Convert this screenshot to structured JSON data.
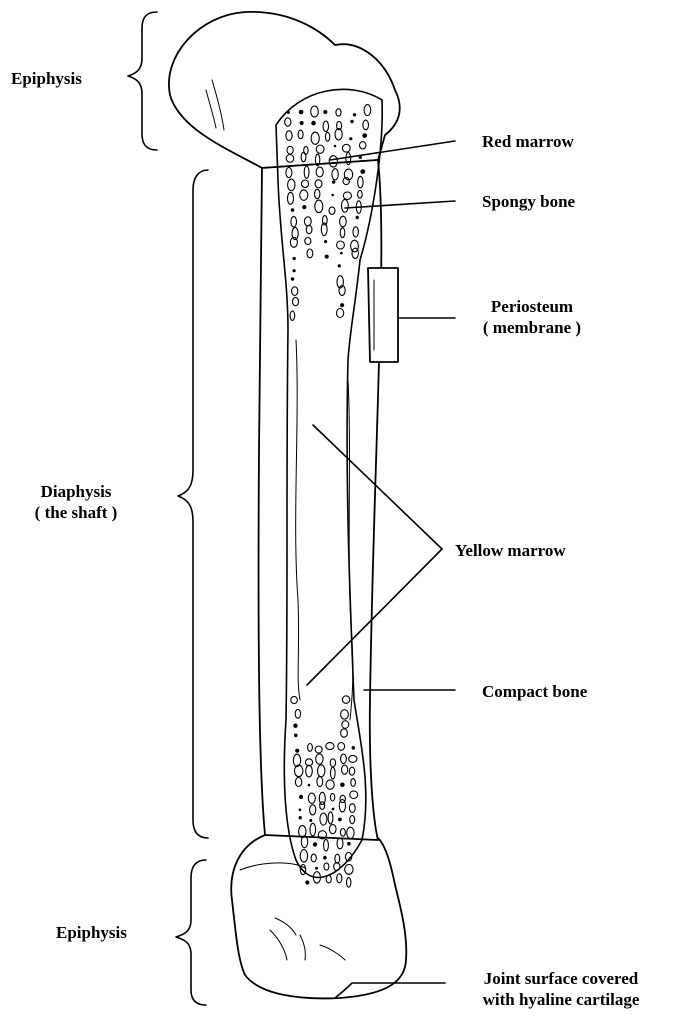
{
  "labels": {
    "epiphysis_top": "Epiphysis",
    "red_marrow": "Red marrow",
    "spongy_bone": "Spongy bone",
    "periosteum_line1": "Periosteum",
    "periosteum_line2": "( membrane )",
    "diaphysis_line1": "Diaphysis",
    "diaphysis_line2": "( the shaft )",
    "yellow_marrow": "Yellow marrow",
    "compact_bone": "Compact bone",
    "epiphysis_bottom": "Epiphysis",
    "joint_surface_line1": "Joint surface covered",
    "joint_surface_line2": "with hyaline cartilage"
  }
}
